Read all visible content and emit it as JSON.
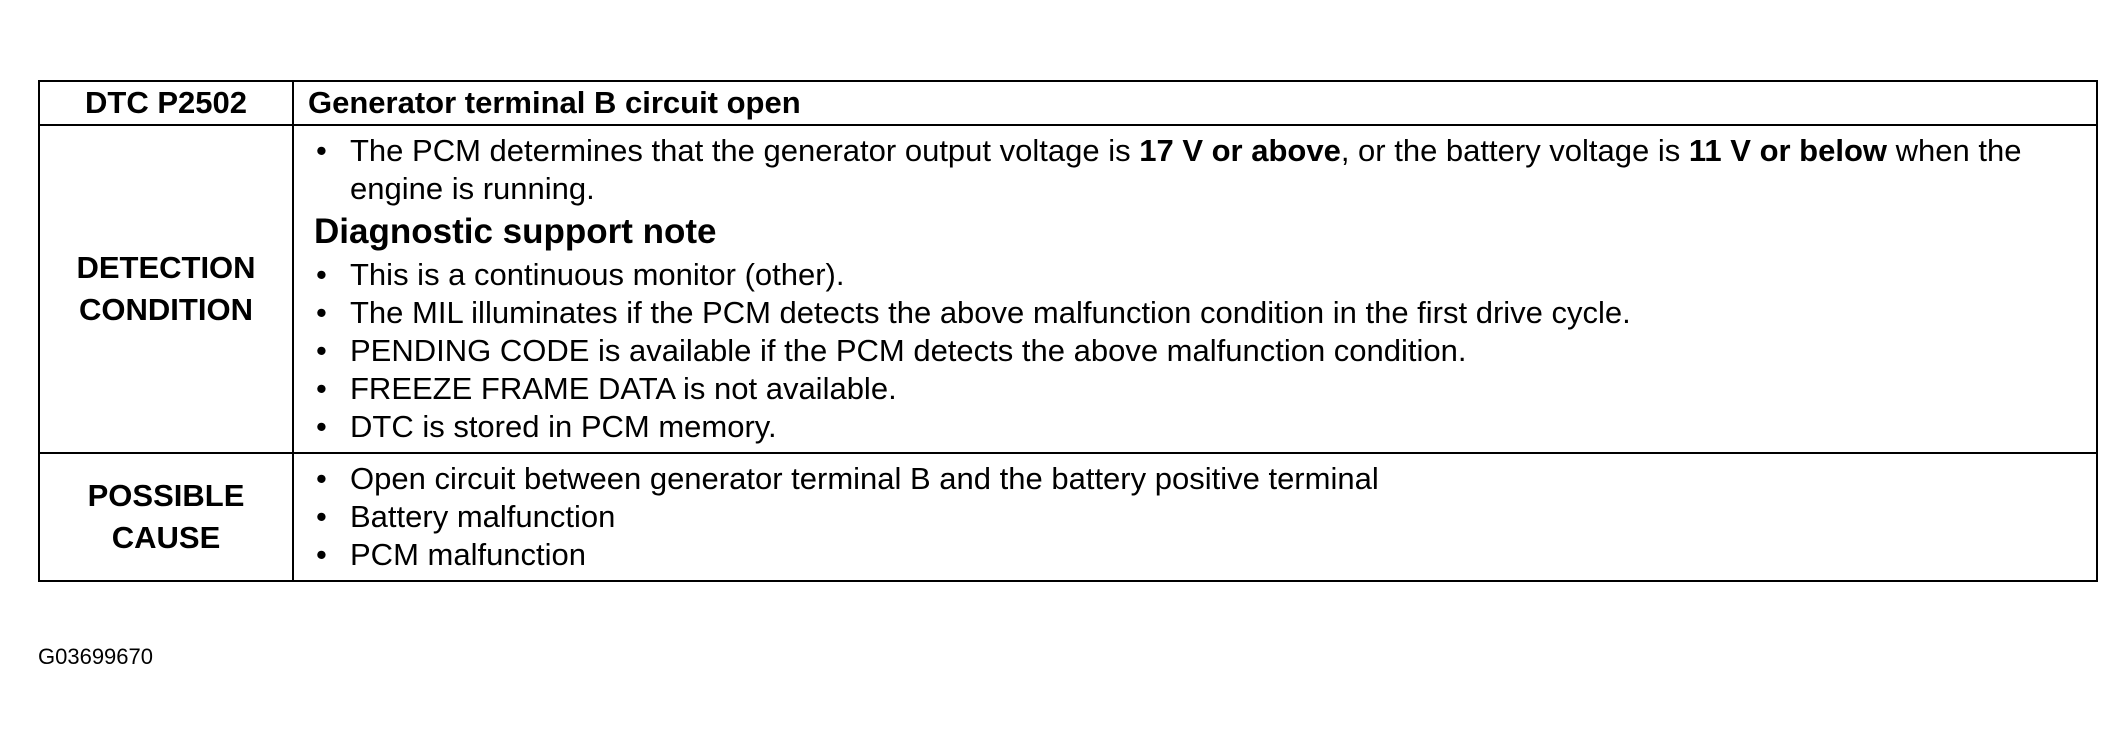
{
  "table": {
    "header": {
      "code": "DTC P2502",
      "title": "Generator terminal B circuit open"
    },
    "detection": {
      "label_line1": "DETECTION",
      "label_line2": "CONDITION",
      "bullet1": {
        "t1": "The PCM determines that the generator output voltage is ",
        "b1": "17 V or above",
        "t2": ", or the battery voltage is ",
        "b2": "11 V or below",
        "t3": " when the engine is running."
      },
      "subhead": "Diagnostic support note",
      "notes": [
        "This is a continuous monitor (other).",
        "The MIL illuminates if the PCM detects the above malfunction condition in the first drive cycle.",
        "PENDING CODE is available if the PCM detects the above malfunction condition.",
        "FREEZE FRAME DATA is not available.",
        "DTC is stored in PCM memory."
      ]
    },
    "cause": {
      "label_line1": "POSSIBLE",
      "label_line2": "CAUSE",
      "items": [
        "Open circuit between generator terminal B and the battery positive terminal",
        "Battery malfunction",
        "PCM malfunction"
      ]
    }
  },
  "figure_id": "G03699670",
  "bullet_glyph": "•"
}
